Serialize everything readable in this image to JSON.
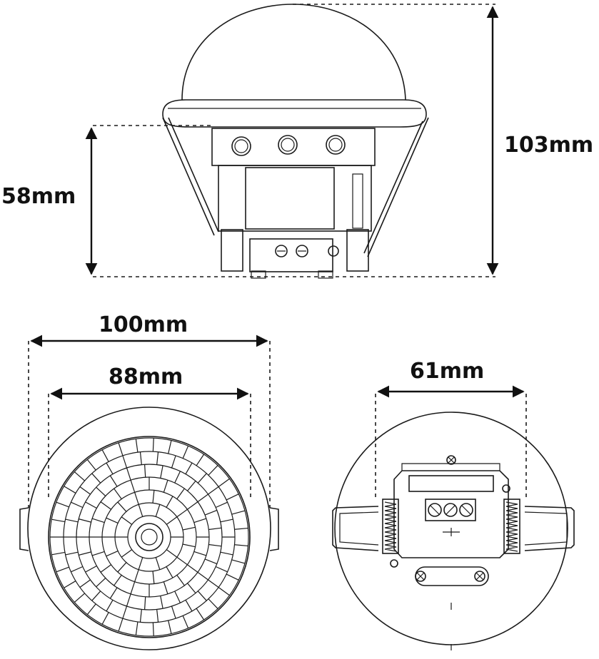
{
  "dimensions": {
    "total_height": "103mm",
    "body_height": "58mm",
    "outer_diameter": "100mm",
    "lens_diameter": "88mm",
    "cutout_diameter": "61mm"
  }
}
